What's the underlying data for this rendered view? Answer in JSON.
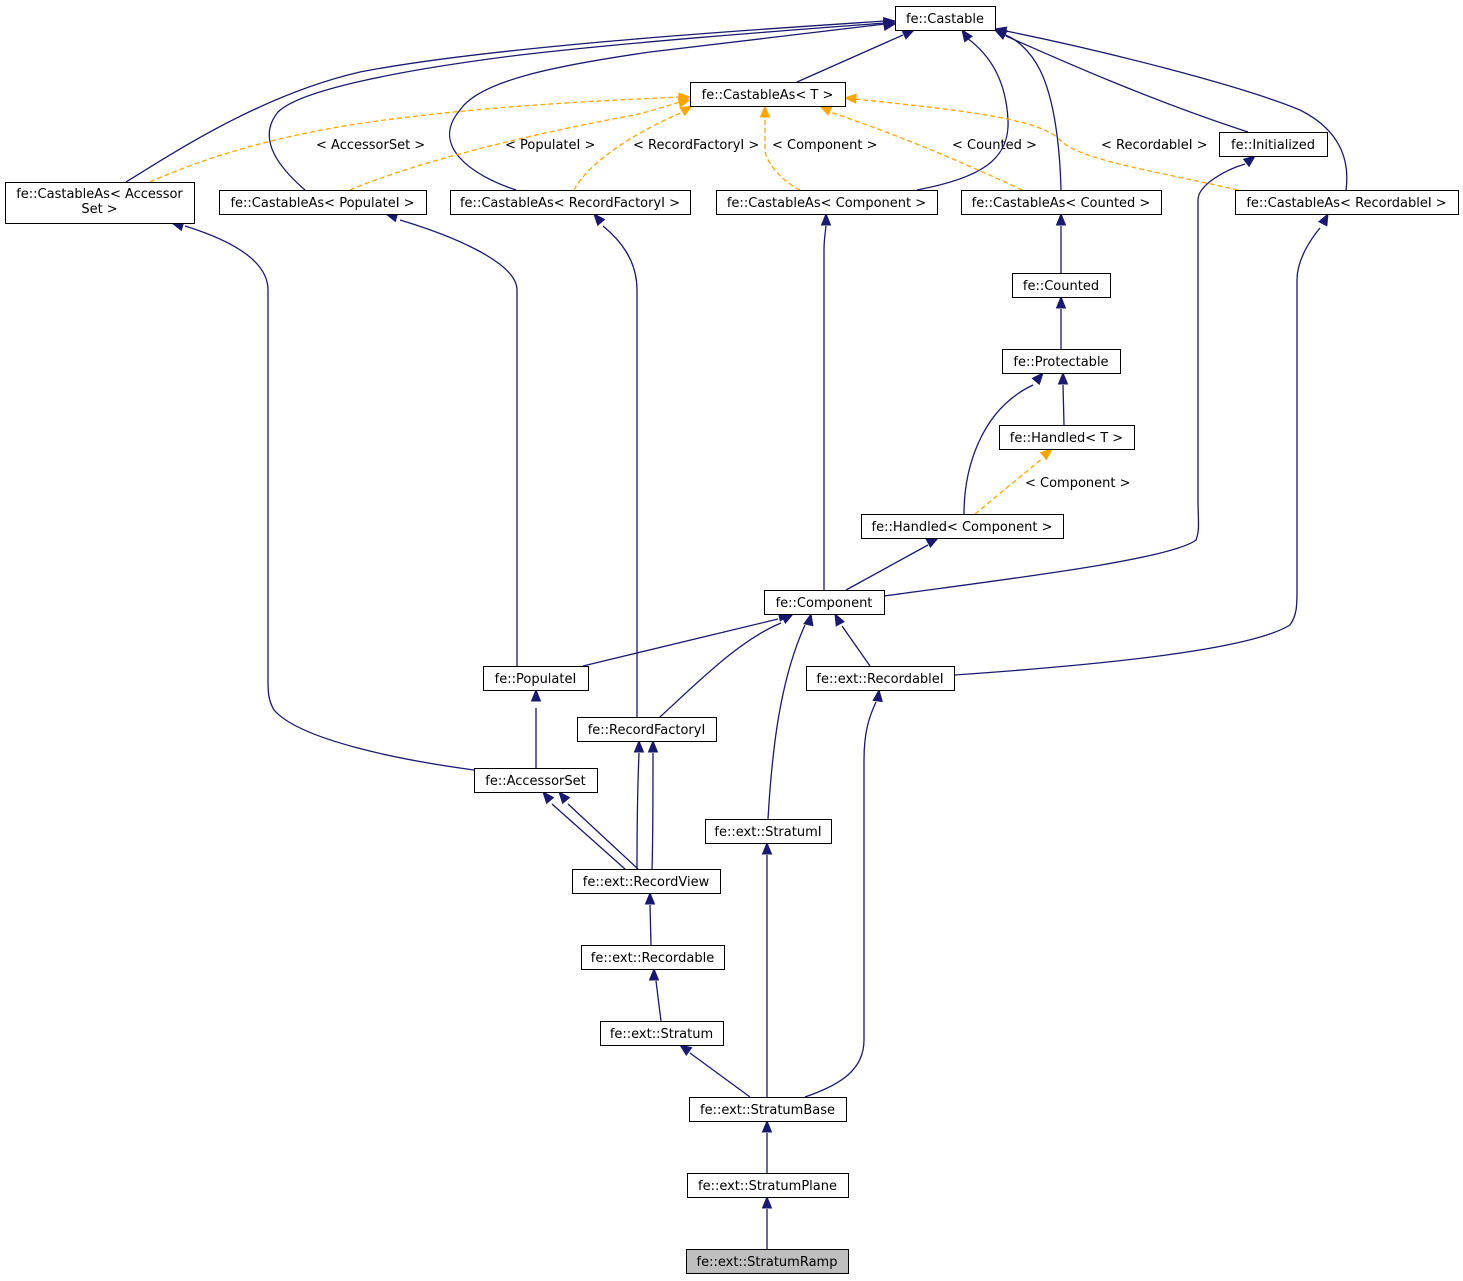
{
  "nodes": {
    "castable": {
      "label": "fe::Castable",
      "highlight": false
    },
    "castableAsT": {
      "label": "fe::CastableAs< T >",
      "highlight": false
    },
    "castableAsAccessorSet": {
      "label": [
        "fe::CastableAs< Accessor",
        "Set >"
      ],
      "highlight": false
    },
    "castableAsPopulateI": {
      "label": "fe::CastableAs< PopulateI >",
      "highlight": false
    },
    "castableAsRecordFactoryI": {
      "label": "fe::CastableAs< RecordFactoryI >",
      "highlight": false
    },
    "castableAsComponent": {
      "label": "fe::CastableAs< Component >",
      "highlight": false
    },
    "castableAsCounted": {
      "label": "fe::CastableAs< Counted >",
      "highlight": false
    },
    "initialized": {
      "label": "fe::Initialized",
      "highlight": false
    },
    "castableAsRecordableI": {
      "label": "fe::CastableAs< RecordableI >",
      "highlight": false
    },
    "counted": {
      "label": "fe::Counted",
      "highlight": false
    },
    "protectable": {
      "label": "fe::Protectable",
      "highlight": false
    },
    "handledT": {
      "label": "fe::Handled< T >",
      "highlight": false
    },
    "handledComponent": {
      "label": "fe::Handled< Component >",
      "highlight": false
    },
    "component": {
      "label": "fe::Component",
      "highlight": false
    },
    "populateI": {
      "label": "fe::PopulateI",
      "highlight": false
    },
    "recordableI": {
      "label": "fe::ext::RecordableI",
      "highlight": false
    },
    "recordFactoryI": {
      "label": "fe::RecordFactoryI",
      "highlight": false
    },
    "accessorSet": {
      "label": "fe::AccessorSet",
      "highlight": false
    },
    "stratumI": {
      "label": "fe::ext::StratumI",
      "highlight": false
    },
    "recordView": {
      "label": "fe::ext::RecordView",
      "highlight": false
    },
    "recordable": {
      "label": "fe::ext::Recordable",
      "highlight": false
    },
    "stratum": {
      "label": "fe::ext::Stratum",
      "highlight": false
    },
    "stratumBase": {
      "label": "fe::ext::StratumBase",
      "highlight": false
    },
    "stratumPlane": {
      "label": "fe::ext::StratumPlane",
      "highlight": false
    },
    "stratumRamp": {
      "label": "fe::ext::StratumRamp",
      "highlight": true
    }
  },
  "template_labels": {
    "accessorSet": "< AccessorSet >",
    "populateI": "< PopulateI >",
    "recordFactoryI": "< RecordFactoryI >",
    "component": "< Component >",
    "counted": "< Counted >",
    "recordableI": "< RecordableI >",
    "handledComponent": "< Component >"
  },
  "colors": {
    "inheritance_edge": "#191970",
    "template_edge": "#ffa500",
    "highlight_fill": "#bfbfbf"
  }
}
